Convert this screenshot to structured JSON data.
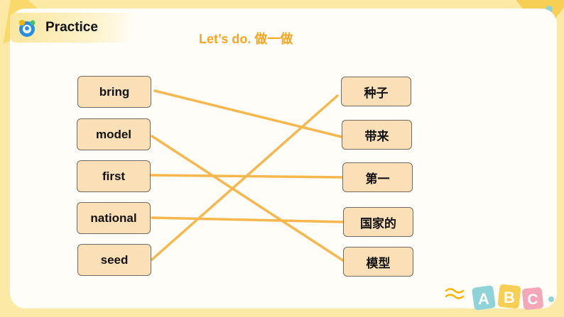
{
  "header": {
    "title": "Practice",
    "logo_icon": "colorful-person-logo-icon"
  },
  "instruction": "Let’s do. 做一做",
  "english_words": [
    "bring",
    "model",
    "first",
    "national",
    "seed"
  ],
  "chinese_words": [
    "种子",
    "带来",
    "第一",
    "国家的",
    "模型"
  ],
  "matches": [
    {
      "english": "bring",
      "chinese": "带来"
    },
    {
      "english": "model",
      "chinese": "模型"
    },
    {
      "english": "first",
      "chinese": "第一"
    },
    {
      "english": "national",
      "chinese": "国家的"
    },
    {
      "english": "seed",
      "chinese": "种子"
    }
  ],
  "decoration": {
    "letters": [
      "A",
      "B",
      "C"
    ]
  },
  "colors": {
    "line": "#f5b74e",
    "accent": "#f5a623",
    "box_fill": "#fbe0b7"
  }
}
